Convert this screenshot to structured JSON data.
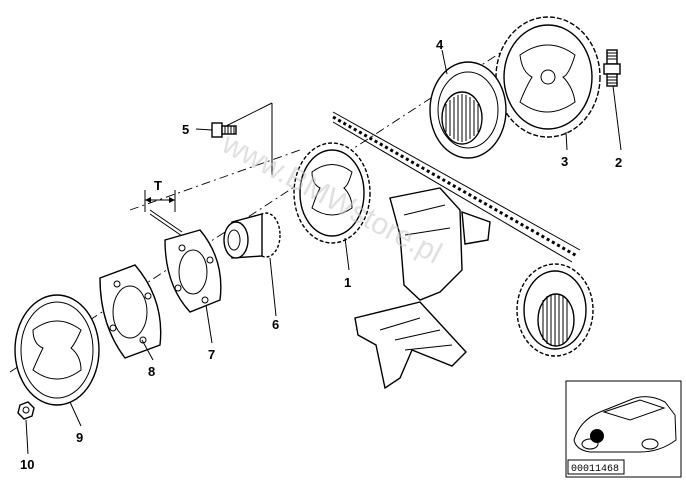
{
  "callouts": {
    "c1": "1",
    "c2": "2",
    "c3": "3",
    "c4": "4",
    "c5": "5",
    "c6": "6",
    "c7": "7",
    "c8": "8",
    "c9": "9",
    "c10": "10",
    "t": "T"
  },
  "watermark": "www.BMWstore.pl",
  "reference_number": "00011468",
  "colors": {
    "line": "#000000",
    "watermark": "#c8c8c8",
    "background": "#ffffff"
  }
}
